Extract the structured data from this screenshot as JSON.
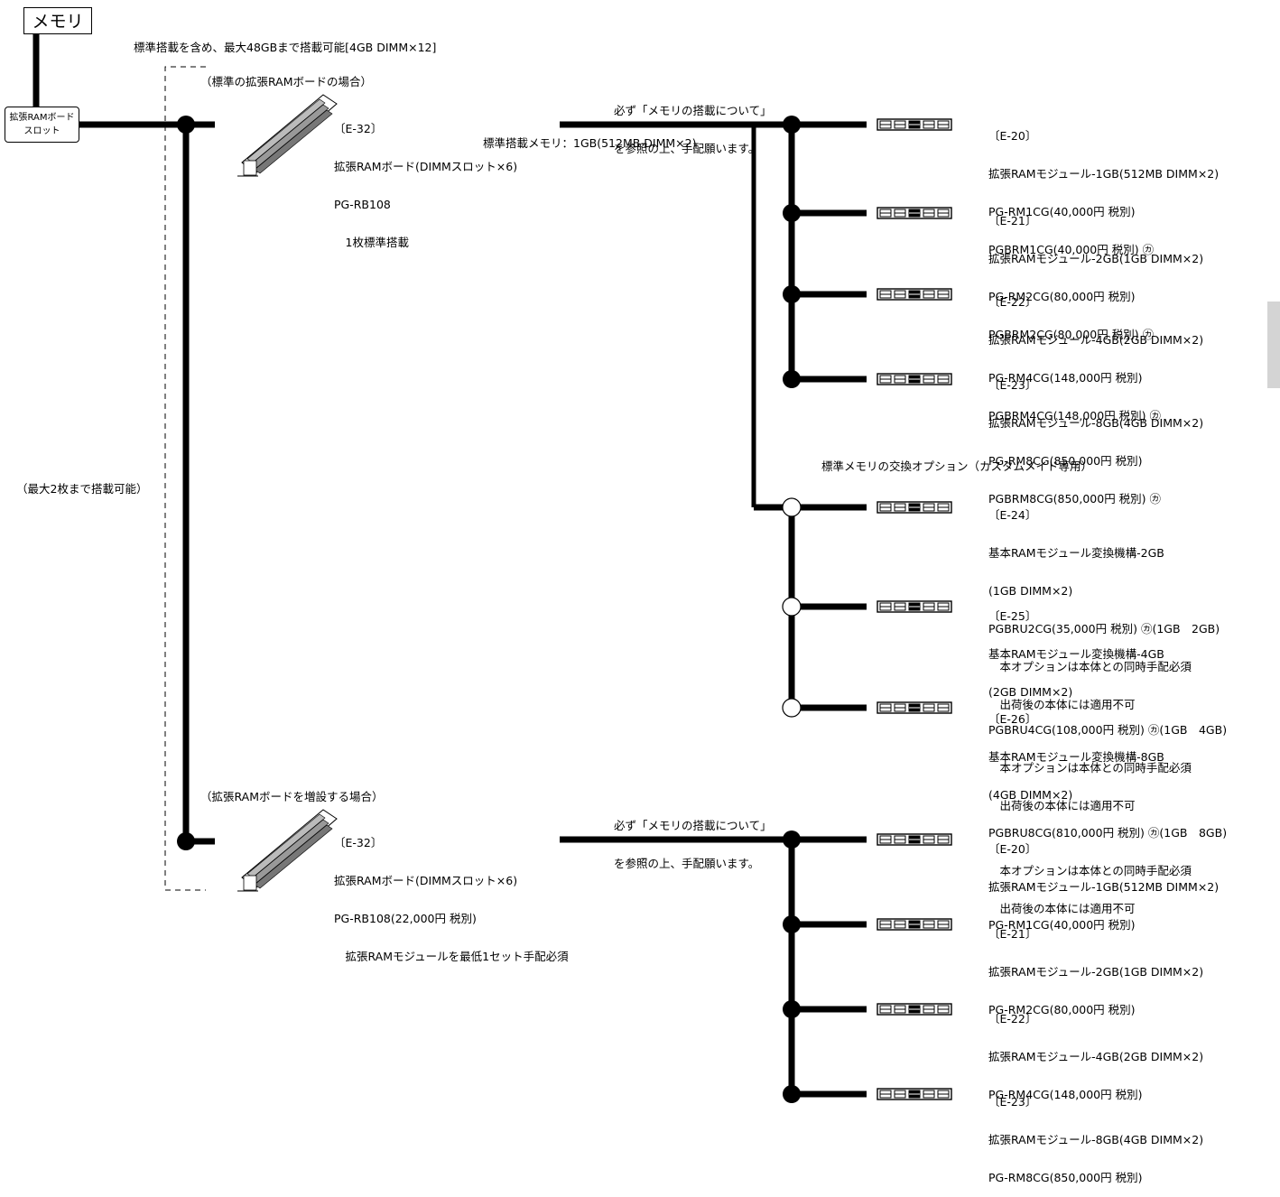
{
  "title": "メモリ",
  "slot_label": [
    "拡張RAMボード",
    "スロット"
  ],
  "max_capacity": "標準搭載を含め、最大48GBまで搭載可能[4GB DIMM×12]",
  "max_boards": "（最大2枚まで搭載可能）",
  "std_case": {
    "heading": "（標準の拡張RAMボードの場合）",
    "board_lines": [
      "〔E-32〕",
      "拡張RAMボード(DIMMスロット×6)",
      "PG-RB108",
      "　1枚標準搭載"
    ],
    "note_lines": [
      "必ず「メモリの搭載について」",
      "を参照の上、手配願います。"
    ],
    "std_memory": "標準搭載メモリ：1GB(512MB DIMM×2)",
    "modules": [
      {
        "lines": [
          "〔E-20〕",
          "拡張RAMモジュール-1GB(512MB DIMM×2)",
          "PG-RM1CG(40,000円 税別)",
          "PGBRM1CG(40,000円 税別) ㋕"
        ]
      },
      {
        "lines": [
          "〔E-21〕",
          "拡張RAMモジュール-2GB(1GB DIMM×2)",
          "PG-RM2CG(80,000円 税別)",
          "PGBRM2CG(80,000円 税別) ㋕"
        ]
      },
      {
        "lines": [
          "〔E-22〕",
          "拡張RAMモジュール-4GB(2GB DIMM×2)",
          "PG-RM4CG(148,000円 税別)",
          "PGBRM4CG(148,000円 税別) ㋕"
        ]
      },
      {
        "lines": [
          "〔E-23〕",
          "拡張RAMモジュール-8GB(4GB DIMM×2)",
          "PG-RM8CG(850,000円 税別)",
          "PGBRM8CG(850,000円 税別) ㋕"
        ]
      }
    ],
    "exchange_heading": "標準メモリの交換オプション（カスタムメイド専用）",
    "exchange": [
      {
        "lines": [
          "〔E-24〕",
          "基本RAMモジュール変換機構-2GB",
          "(1GB DIMM×2)",
          "PGBRU2CG(35,000円 税別) ㋕(1GB　2GB)",
          "　本オプションは本体との同時手配必須",
          "　出荷後の本体には適用不可"
        ]
      },
      {
        "lines": [
          "〔E-25〕",
          "基本RAMモジュール変換機構-4GB",
          "(2GB DIMM×2)",
          "PGBRU4CG(108,000円 税別) ㋕(1GB　4GB)",
          "　本オプションは本体との同時手配必須",
          "　出荷後の本体には適用不可"
        ]
      },
      {
        "lines": [
          "〔E-26〕",
          "基本RAMモジュール変換機構-8GB",
          "(4GB DIMM×2)",
          "PGBRU8CG(810,000円 税別) ㋕(1GB　8GB)",
          "　本オプションは本体との同時手配必須",
          "　出荷後の本体には適用不可"
        ]
      }
    ]
  },
  "add_case": {
    "heading": "（拡張RAMボードを増設する場合）",
    "board_lines": [
      "〔E-32〕",
      "拡張RAMボード(DIMMスロット×6)",
      "PG-RB108(22,000円 税別)",
      "　拡張RAMモジュールを最低1セット手配必須"
    ],
    "note_lines": [
      "必ず「メモリの搭載について」",
      "を参照の上、手配願います。"
    ],
    "modules": [
      {
        "lines": [
          "〔E-20〕",
          "拡張RAMモジュール-1GB(512MB DIMM×2)",
          "PG-RM1CG(40,000円 税別)"
        ]
      },
      {
        "lines": [
          "〔E-21〕",
          "拡張RAMモジュール-2GB(1GB DIMM×2)",
          "PG-RM2CG(80,000円 税別)"
        ]
      },
      {
        "lines": [
          "〔E-22〕",
          "拡張RAMモジュール-4GB(2GB DIMM×2)",
          "PG-RM4CG(148,000円 税別)"
        ]
      },
      {
        "lines": [
          "〔E-23〕",
          "拡張RAMモジュール-8GB(4GB DIMM×2)",
          "PG-RM8CG(850,000円 税別)"
        ]
      }
    ]
  }
}
